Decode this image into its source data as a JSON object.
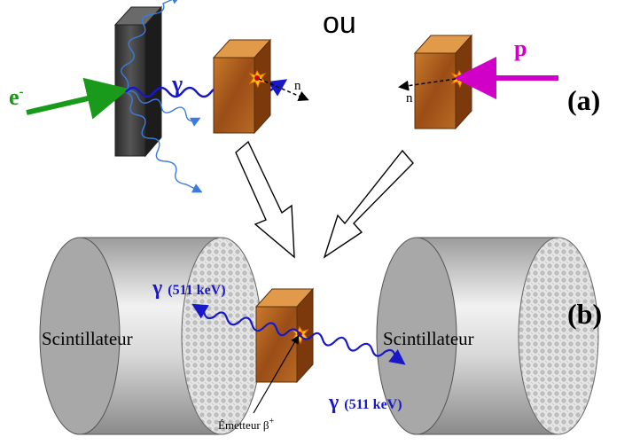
{
  "labels": {
    "ou": "ou",
    "electron": "e",
    "electron_sup": "-",
    "gamma": "γ",
    "neutron_left": "n",
    "neutron_right": "n",
    "proton": "p",
    "panel_a": "(a)",
    "panel_b": "(b)",
    "scintillator_left": "Scintillateur",
    "scintillator_right": "Scintillateur",
    "gamma_left_symbol": "γ",
    "gamma_left_energy": "(511 keV)",
    "gamma_right_symbol": "γ",
    "gamma_right_energy": "(511 keV)",
    "emitter_base": "Émetteur β",
    "emitter_sup": "+"
  },
  "colors": {
    "electron": "#1a9a1a",
    "proton": "#d100c8",
    "gamma": "#1818c8",
    "scatter": "#3a7be0",
    "target": "#b8661e",
    "converter": "#3a3a3a",
    "scintillator": "#bdbdbd"
  }
}
